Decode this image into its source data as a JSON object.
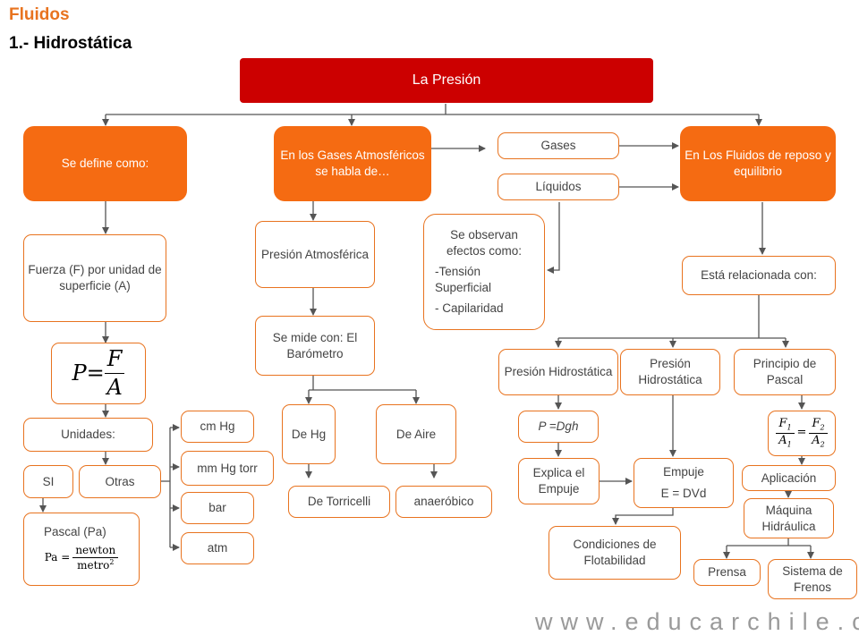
{
  "header": {
    "topic": "Fluidos",
    "subtitle": "1.- Hidrostática"
  },
  "root": "La Presión",
  "branches": {
    "define": "Se define como:",
    "gases_atm": "En los Gases Atmosféricos se habla de…",
    "fluidos": "En Los Fluidos de reposo y equilibrio"
  },
  "define": {
    "fuerza": "Fuerza (F) por unidad de superficie (A)",
    "formula": {
      "lhs": "P=",
      "num": "F",
      "den": "A"
    },
    "unidades": "Unidades:",
    "si": "SI",
    "otras": "Otras",
    "pascal": "Pascal (Pa)",
    "pa_formula": {
      "lhs": "Pa =",
      "num": "newton",
      "den": "metro",
      "exp": "2"
    },
    "otras_list": [
      "cm Hg",
      "mm Hg torr",
      "bar",
      "atm"
    ]
  },
  "atm": {
    "presion": "Presión Atmosférica",
    "mide": "Se mide con: El Barómetro",
    "hg": "De Hg",
    "aire": "De Aire",
    "torricelli": "De Torricelli",
    "anaerobico": "anaeróbico"
  },
  "gases_liquidos": {
    "gases": "Gases",
    "liquidos": "Líquidos",
    "efectos": [
      "Se observan efectos como:",
      "-Tensión Superficial",
      "- Capilaridad"
    ]
  },
  "fluidos": {
    "relacionada": "Está relacionada con:",
    "ph1": "Presión Hidrostática",
    "ph2": "Presión Hidrostática",
    "pascal": "Principio de Pascal",
    "pdgh": "P =Dgh",
    "explica": "Explica el Empuje",
    "empuje_title": "Empuje",
    "empuje_formula": "E = DVd",
    "condiciones": "Condiciones de Flotabilidad",
    "pascal_formula": {
      "f1": "F",
      "s1": "1",
      "a1": "A",
      "sa1": "1",
      "eq": "=",
      "f2": "F",
      "s2": "2",
      "a2": "A",
      "sa2": "2"
    },
    "aplicacion": "Aplicación",
    "maquina": "Máquina Hidráulica",
    "prensa": "Prensa",
    "frenos": "Sistema de Frenos"
  },
  "watermark": "www.educarchile.cl",
  "colors": {
    "accent": "#f56b12",
    "root": "#cc0000",
    "border": "#e8731f",
    "line": "#555555"
  }
}
